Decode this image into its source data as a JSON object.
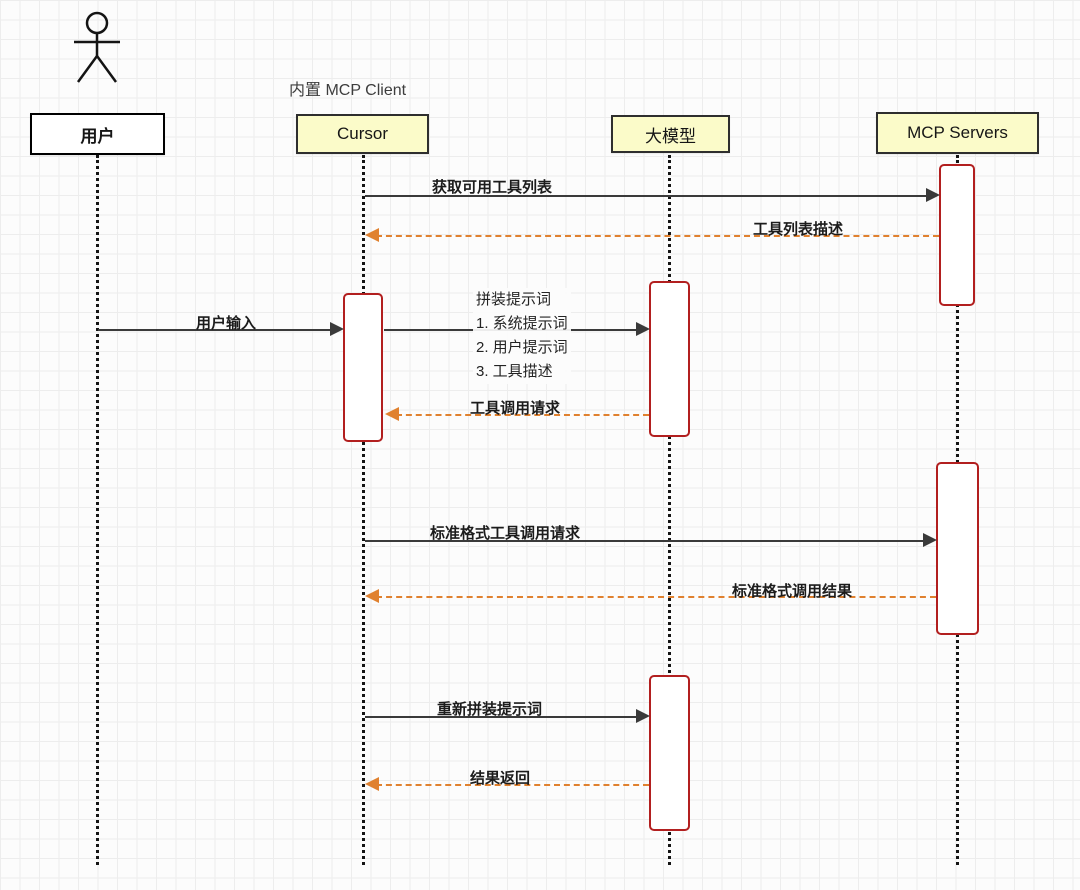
{
  "annotation": "内置 MCP Client",
  "participants": {
    "user": "用户",
    "cursor": "Cursor",
    "llm": "大模型",
    "mcp": "MCP Servers"
  },
  "messages": {
    "get_tools": "获取可用工具列表",
    "tools_desc": "工具列表描述",
    "user_input": "用户输入",
    "assemble": {
      "l1": "拼装提示词",
      "l2": "1. 系统提示词",
      "l3": "2. 用户提示词",
      "l4": "3. 工具描述"
    },
    "tool_call_request": "工具调用请求",
    "std_call_request": "标准格式工具调用请求",
    "std_call_result": "标准格式调用结果",
    "reassemble": "重新拼装提示词",
    "result_return": "结果返回"
  },
  "colors": {
    "participant_fill": "#fbfbc9",
    "activation_border": "#b21f1f",
    "solid_arrow": "#3a3a3a",
    "dashed_arrow": "#e0812f"
  }
}
